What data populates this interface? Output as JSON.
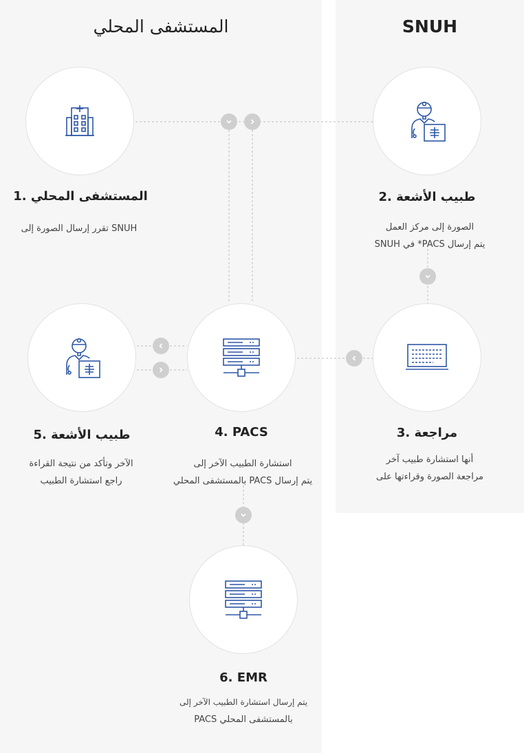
{
  "columns": {
    "left_title": "المستشفى المحلي",
    "right_title": "SNUH"
  },
  "steps": [
    {
      "id": "1",
      "title": "1. المستشفى المحلي",
      "desc": [
        "تقرر إرسال الصورة إلى SNUH"
      ],
      "icon": "hospital-icon"
    },
    {
      "id": "2",
      "title": "2. طبيب الأشعة",
      "desc": [
        "الصورة إلى مركز العمل",
        "SNUH في *PACS يتم إرسال"
      ],
      "icon": "radiologist-icon"
    },
    {
      "id": "3",
      "title": "3. مراجعة",
      "desc": [
        "أنها استشارة طبيب آخر",
        "مراجعة الصورة وقراءتها على"
      ],
      "icon": "monitor-icon"
    },
    {
      "id": "4",
      "title": "4. PACS",
      "desc": [
        "استشارة الطبيب الآخر إلى",
        "بالمستشفى المحلي PACS يتم إرسال"
      ],
      "icon": "server-icon"
    },
    {
      "id": "5",
      "title": "5. طبيب الأشعة",
      "desc": [
        "الآخر وتأكد من نتيجة القراءة",
        "راجع استشارة الطبيب"
      ],
      "icon": "radiologist-icon"
    },
    {
      "id": "6",
      "title": "6. EMR",
      "desc": [
        "يتم إرسال استشارة الطبيب الآخر إلى",
        "PACS بالمستشفى المحلي"
      ],
      "icon": "server-icon"
    }
  ],
  "colors": {
    "icon_blue": "#2d57a6",
    "line_gray": "#bdbdbd",
    "arrow_gray": "#cfcfcf",
    "panel_bg": "#f6f6f6"
  }
}
